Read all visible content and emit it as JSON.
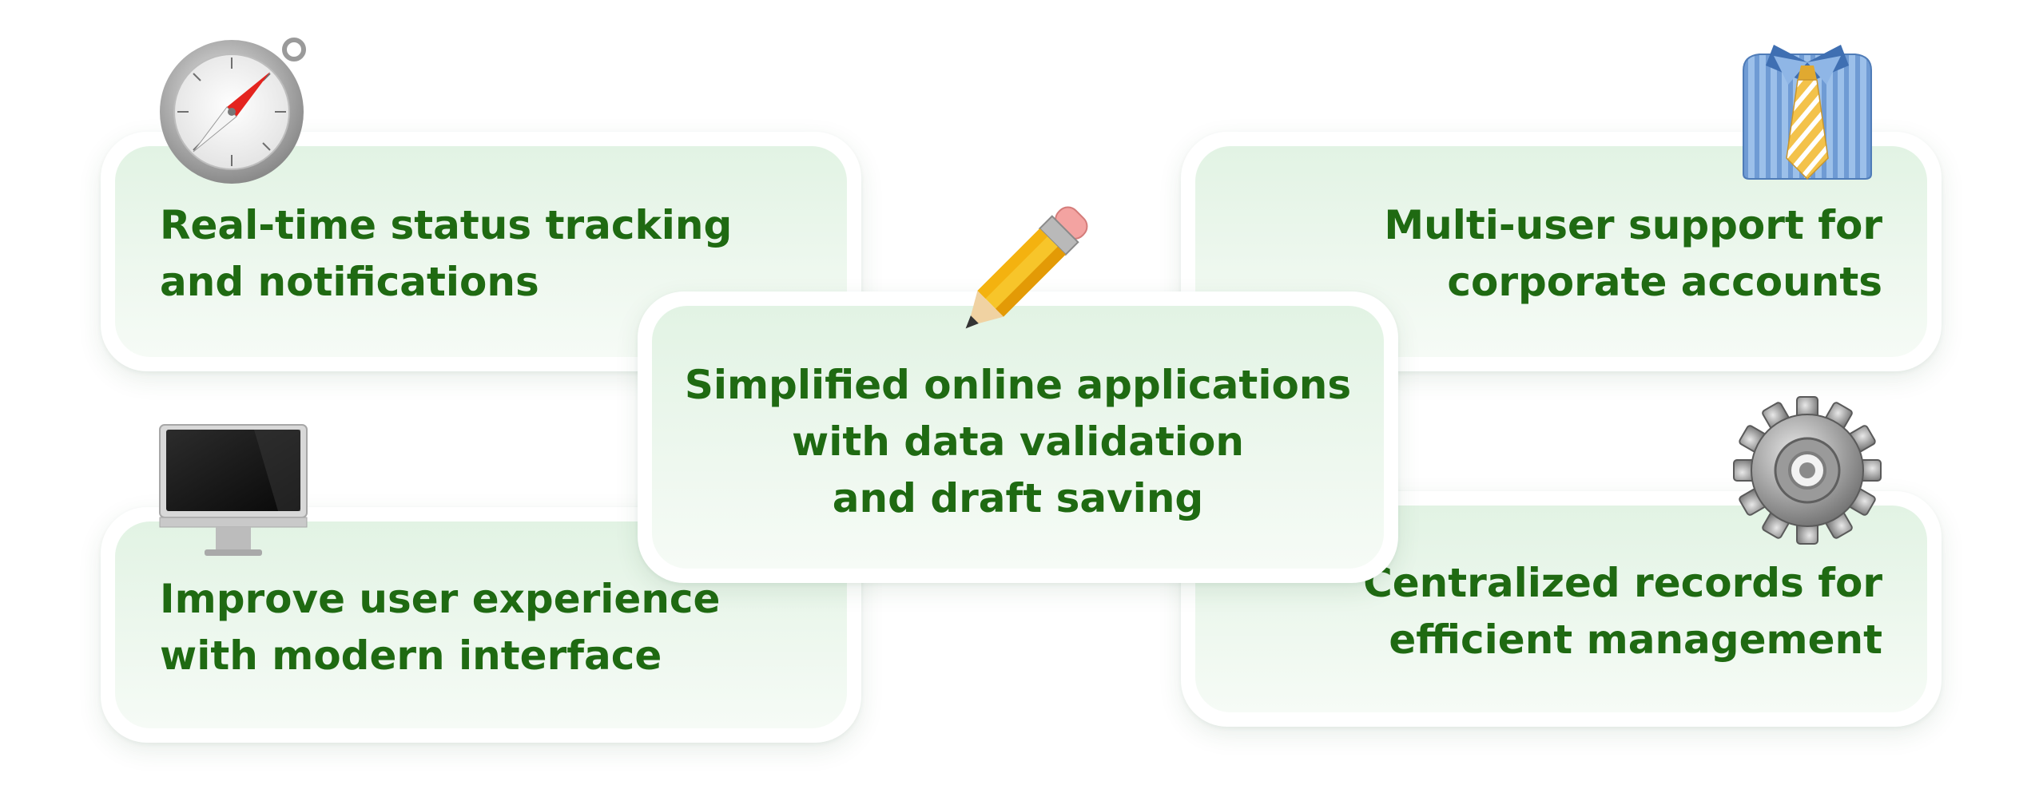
{
  "features": {
    "realtime": {
      "lines": [
        "Real-time status tracking",
        "and notifications"
      ],
      "icon": "compass-icon"
    },
    "multiuser": {
      "lines": [
        "Multi-user support for",
        "corporate accounts"
      ],
      "icon": "shirt-tie-icon"
    },
    "center": {
      "lines": [
        "Simplified online applications",
        "with data validation",
        "and draft saving"
      ],
      "icon": "pencil-icon"
    },
    "ux": {
      "lines": [
        "Improve user experience",
        "with modern interface"
      ],
      "icon": "monitor-icon"
    },
    "records": {
      "lines": [
        "Centralized records for",
        "efficient management"
      ],
      "icon": "gear-icon"
    }
  },
  "colors": {
    "text": "#1f6a12",
    "card_top": "#e2f3e4",
    "card_bottom": "#f6fbf6",
    "background": "#ffffff"
  }
}
